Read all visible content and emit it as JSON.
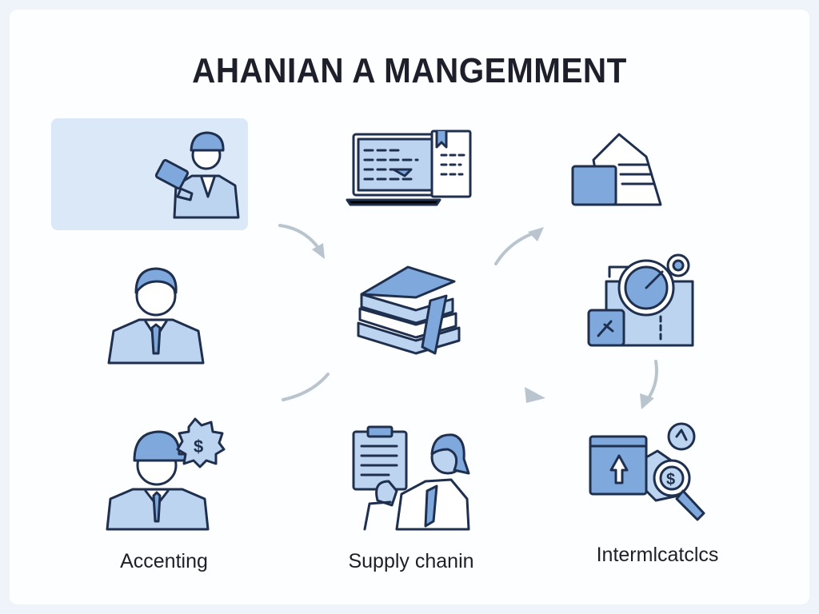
{
  "title": "AHANIAN A MANGEMMENT",
  "labels": {
    "accounting": "Accenting",
    "supply_chain": "Supply chanin",
    "internal": "Intermlcatclcs"
  },
  "colors": {
    "outline": "#1f2f4e",
    "fill_light": "#bcd4f0",
    "fill_mid": "#7fa8dc",
    "highlight": "#dbe8f7",
    "arrow": "#b9c4cf"
  },
  "icons": [
    "worker-tablet-icon",
    "document-laptop-icon",
    "envelope-folder-icon",
    "businessman-icon",
    "book-stack-icon",
    "gauge-control-icon",
    "worker-money-icon",
    "clipboard-handshake-icon",
    "browser-analytics-icon"
  ]
}
